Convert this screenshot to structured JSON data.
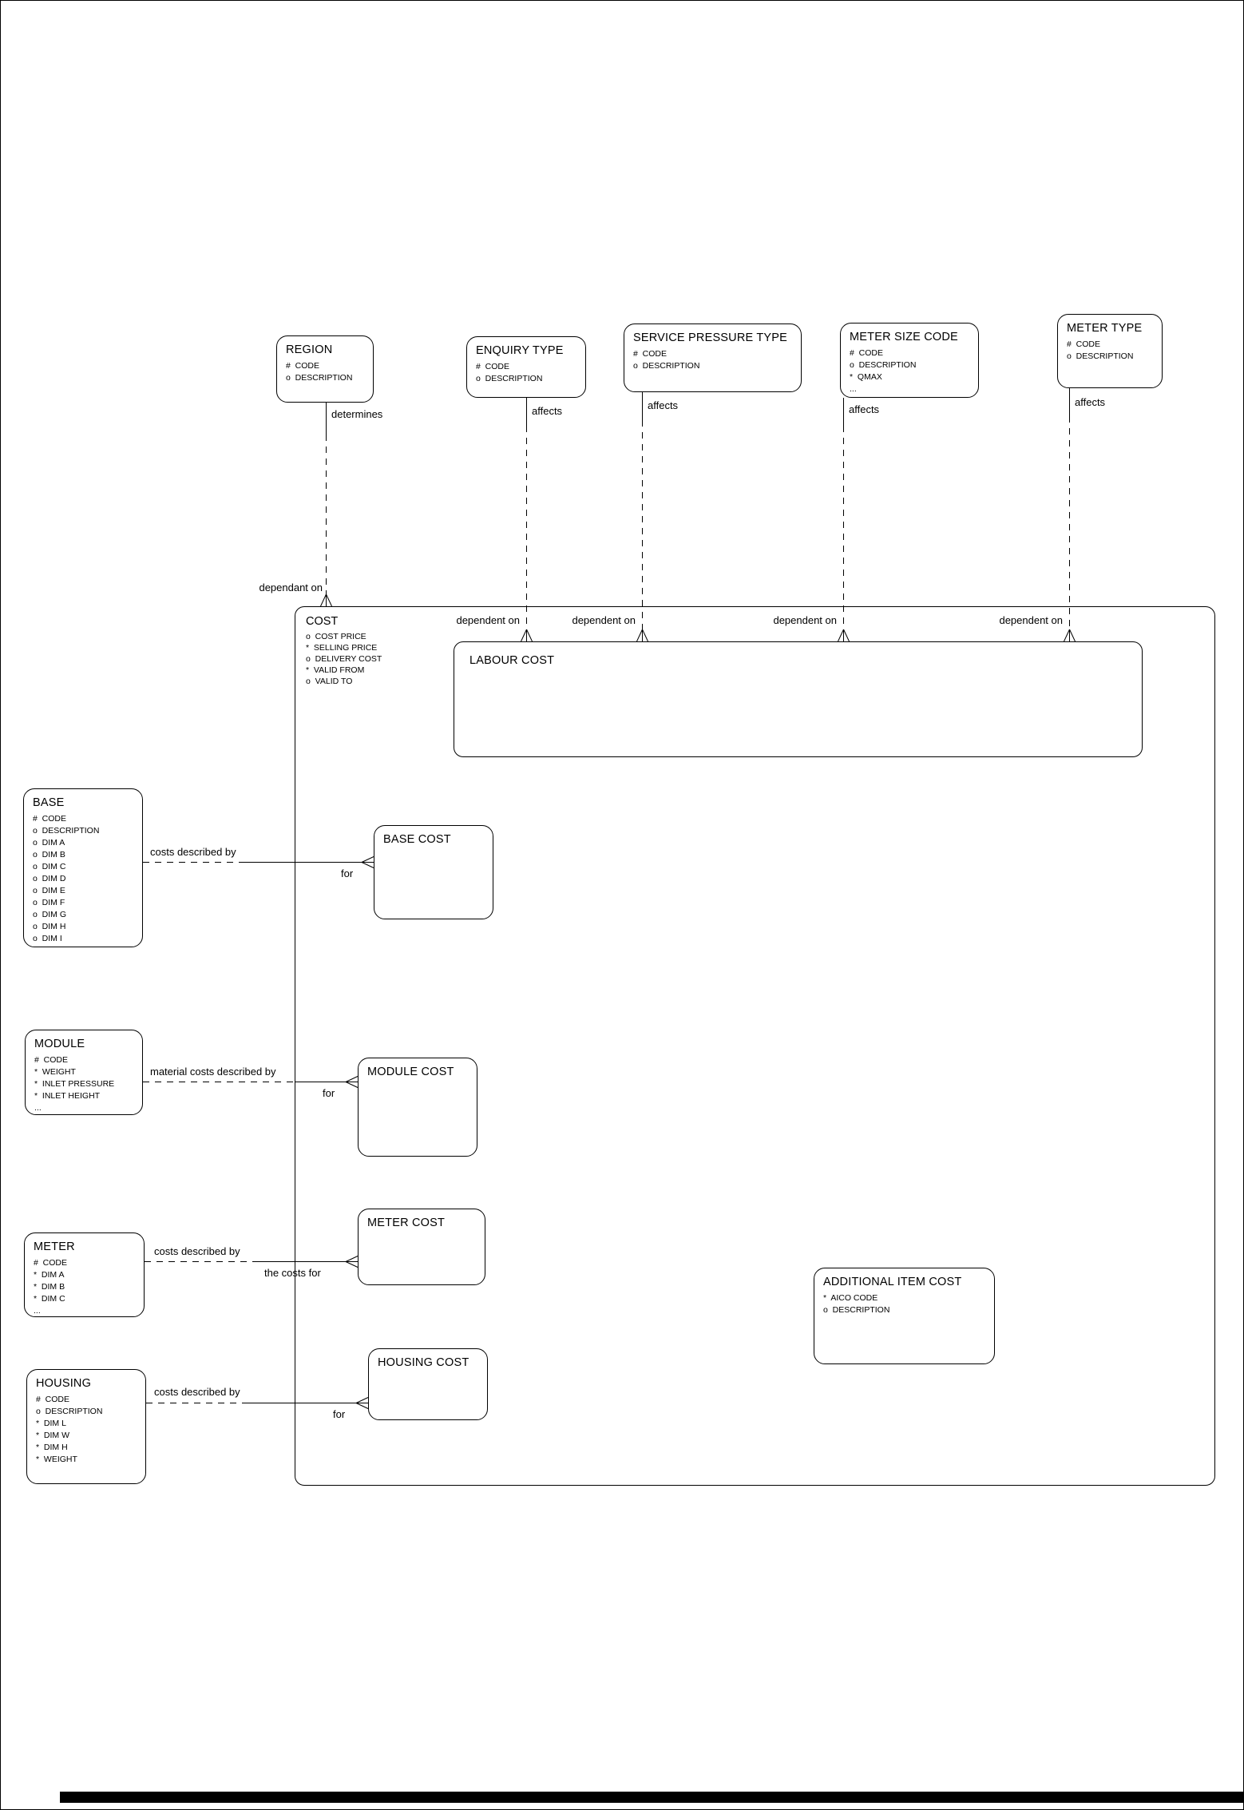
{
  "diagram": {
    "colors": {
      "line": "#000000",
      "background": "#ffffff"
    },
    "entities": {
      "region": {
        "title": "REGION",
        "attrs": [
          "#  CODE",
          "o  DESCRIPTION"
        ]
      },
      "enquiry_type": {
        "title": "ENQUIRY TYPE",
        "attrs": [
          "#  CODE",
          "o  DESCRIPTION"
        ]
      },
      "service_pressure_type": {
        "title": "SERVICE PRESSURE TYPE",
        "attrs": [
          "#  CODE",
          "o  DESCRIPTION"
        ]
      },
      "meter_size_code": {
        "title": "METER SIZE CODE",
        "attrs": [
          "#  CODE",
          "o  DESCRIPTION",
          "*  QMAX",
          "..."
        ]
      },
      "meter_type": {
        "title": "METER TYPE",
        "attrs": [
          "#  CODE",
          "o  DESCRIPTION"
        ]
      },
      "cost": {
        "title": "COST",
        "attrs": [
          "o  COST PRICE",
          "*  SELLING PRICE",
          "o  DELIVERY COST",
          "*  VALID FROM",
          "o  VALID TO"
        ]
      },
      "labour_cost": {
        "title": "LABOUR COST",
        "attrs": []
      },
      "base": {
        "title": "BASE",
        "attrs": [
          "#  CODE",
          "o  DESCRIPTION",
          "o  DIM A",
          "o  DIM B",
          "o  DIM C",
          "o  DIM D",
          "o  DIM E",
          "o  DIM F",
          "o  DIM G",
          "o  DIM H",
          "o  DIM I"
        ]
      },
      "base_cost": {
        "title": "BASE COST",
        "attrs": []
      },
      "module": {
        "title": "MODULE",
        "attrs": [
          "#  CODE",
          "*  WEIGHT",
          "*  INLET PRESSURE",
          "*  INLET HEIGHT",
          "..."
        ]
      },
      "module_cost": {
        "title": "MODULE COST",
        "attrs": []
      },
      "meter": {
        "title": "METER",
        "attrs": [
          "#  CODE",
          "*  DIM A",
          "*  DIM B",
          "*  DIM C",
          "..."
        ]
      },
      "meter_cost": {
        "title": "METER COST",
        "attrs": []
      },
      "housing": {
        "title": "HOUSING",
        "attrs": [
          "#  CODE",
          "o  DESCRIPTION",
          "*  DIM L",
          "*  DIM W",
          "*  DIM H",
          "*  WEIGHT"
        ]
      },
      "housing_cost": {
        "title": "HOUSING COST",
        "attrs": []
      },
      "additional_item_cost": {
        "title": "ADDITIONAL ITEM COST",
        "attrs": [
          "*  AICO CODE",
          "o  DESCRIPTION"
        ]
      }
    },
    "relationships": {
      "region_cost": {
        "from_label": "determines",
        "to_label": "dependant on"
      },
      "enquiry_labour": {
        "from_label": "affects",
        "to_label": "dependent on"
      },
      "service_labour": {
        "from_label": "affects",
        "to_label": "dependent on"
      },
      "metersize_labour": {
        "from_label": "affects",
        "to_label": "dependent on"
      },
      "metertype_labour": {
        "from_label": "affects",
        "to_label": "dependent on"
      },
      "base_basecost": {
        "from_label": "costs described by",
        "to_label": "for"
      },
      "module_modulecost": {
        "from_label": "material costs described by",
        "to_label": "for"
      },
      "meter_metercost": {
        "from_label": "costs described by",
        "to_label": "the costs for"
      },
      "housing_housingcost": {
        "from_label": "costs described by",
        "to_label": "for"
      }
    }
  }
}
